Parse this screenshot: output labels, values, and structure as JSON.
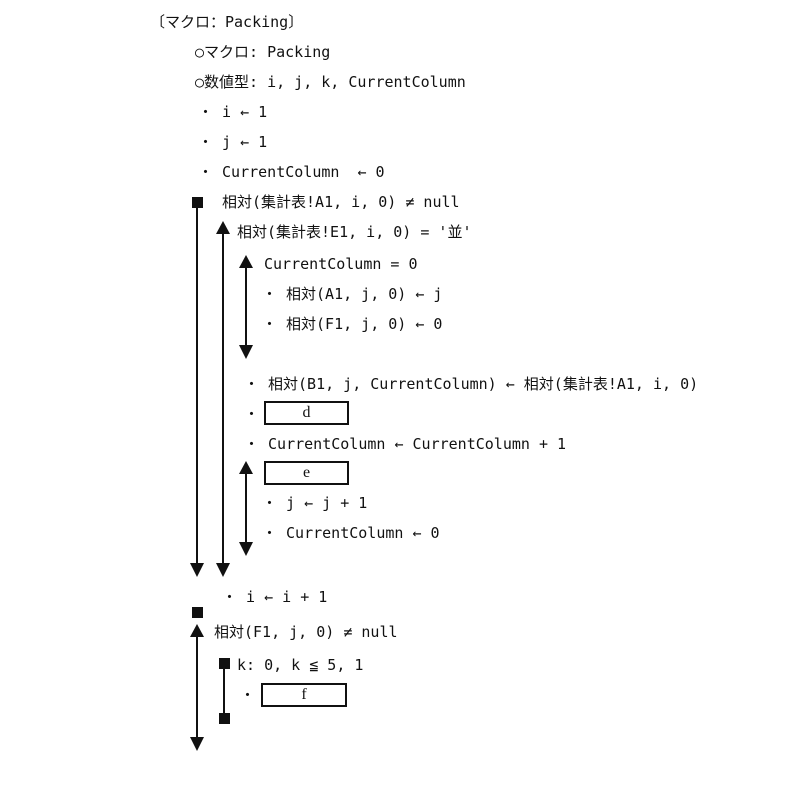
{
  "macro_header": "〔マクロ：Packing〕",
  "decl_macro": "○マクロ: Packing",
  "decl_vars": "○数値型: i, j, k, CurrentColumn",
  "stmt_i_init": "・ i ← 1",
  "stmt_j_init": "・ j ← 1",
  "stmt_col_init": "・ CurrentColumn  ← 0",
  "loop1_cond": "相対(集計表!A1, i, 0) ≠ null",
  "sel1_cond": "相対(集計表!E1, i, 0) = '並'",
  "sel2_cond": "CurrentColumn = 0",
  "stmt_a1": "・ 相対(A1, j, 0) ← j",
  "stmt_f1": "・ 相対(F1, j, 0) ← 0",
  "stmt_b1": "・ 相対(B1, j, CurrentColumn) ← 相対(集計表!A1, i, 0)",
  "blank_d_bullet": "・",
  "blank_d": "d",
  "stmt_col_inc": "・ CurrentColumn ← CurrentColumn + 1",
  "blank_e": "e",
  "stmt_j_inc": "・ j ← j + 1",
  "stmt_col_reset": "・ CurrentColumn ← 0",
  "stmt_i_inc": "・ i ← i + 1",
  "loop2_cond": "相対(F1, j, 0) ≠ null",
  "loop3_cond": "k: 0, k ≦ 5, 1",
  "blank_f_bullet": "・",
  "blank_f": "f"
}
